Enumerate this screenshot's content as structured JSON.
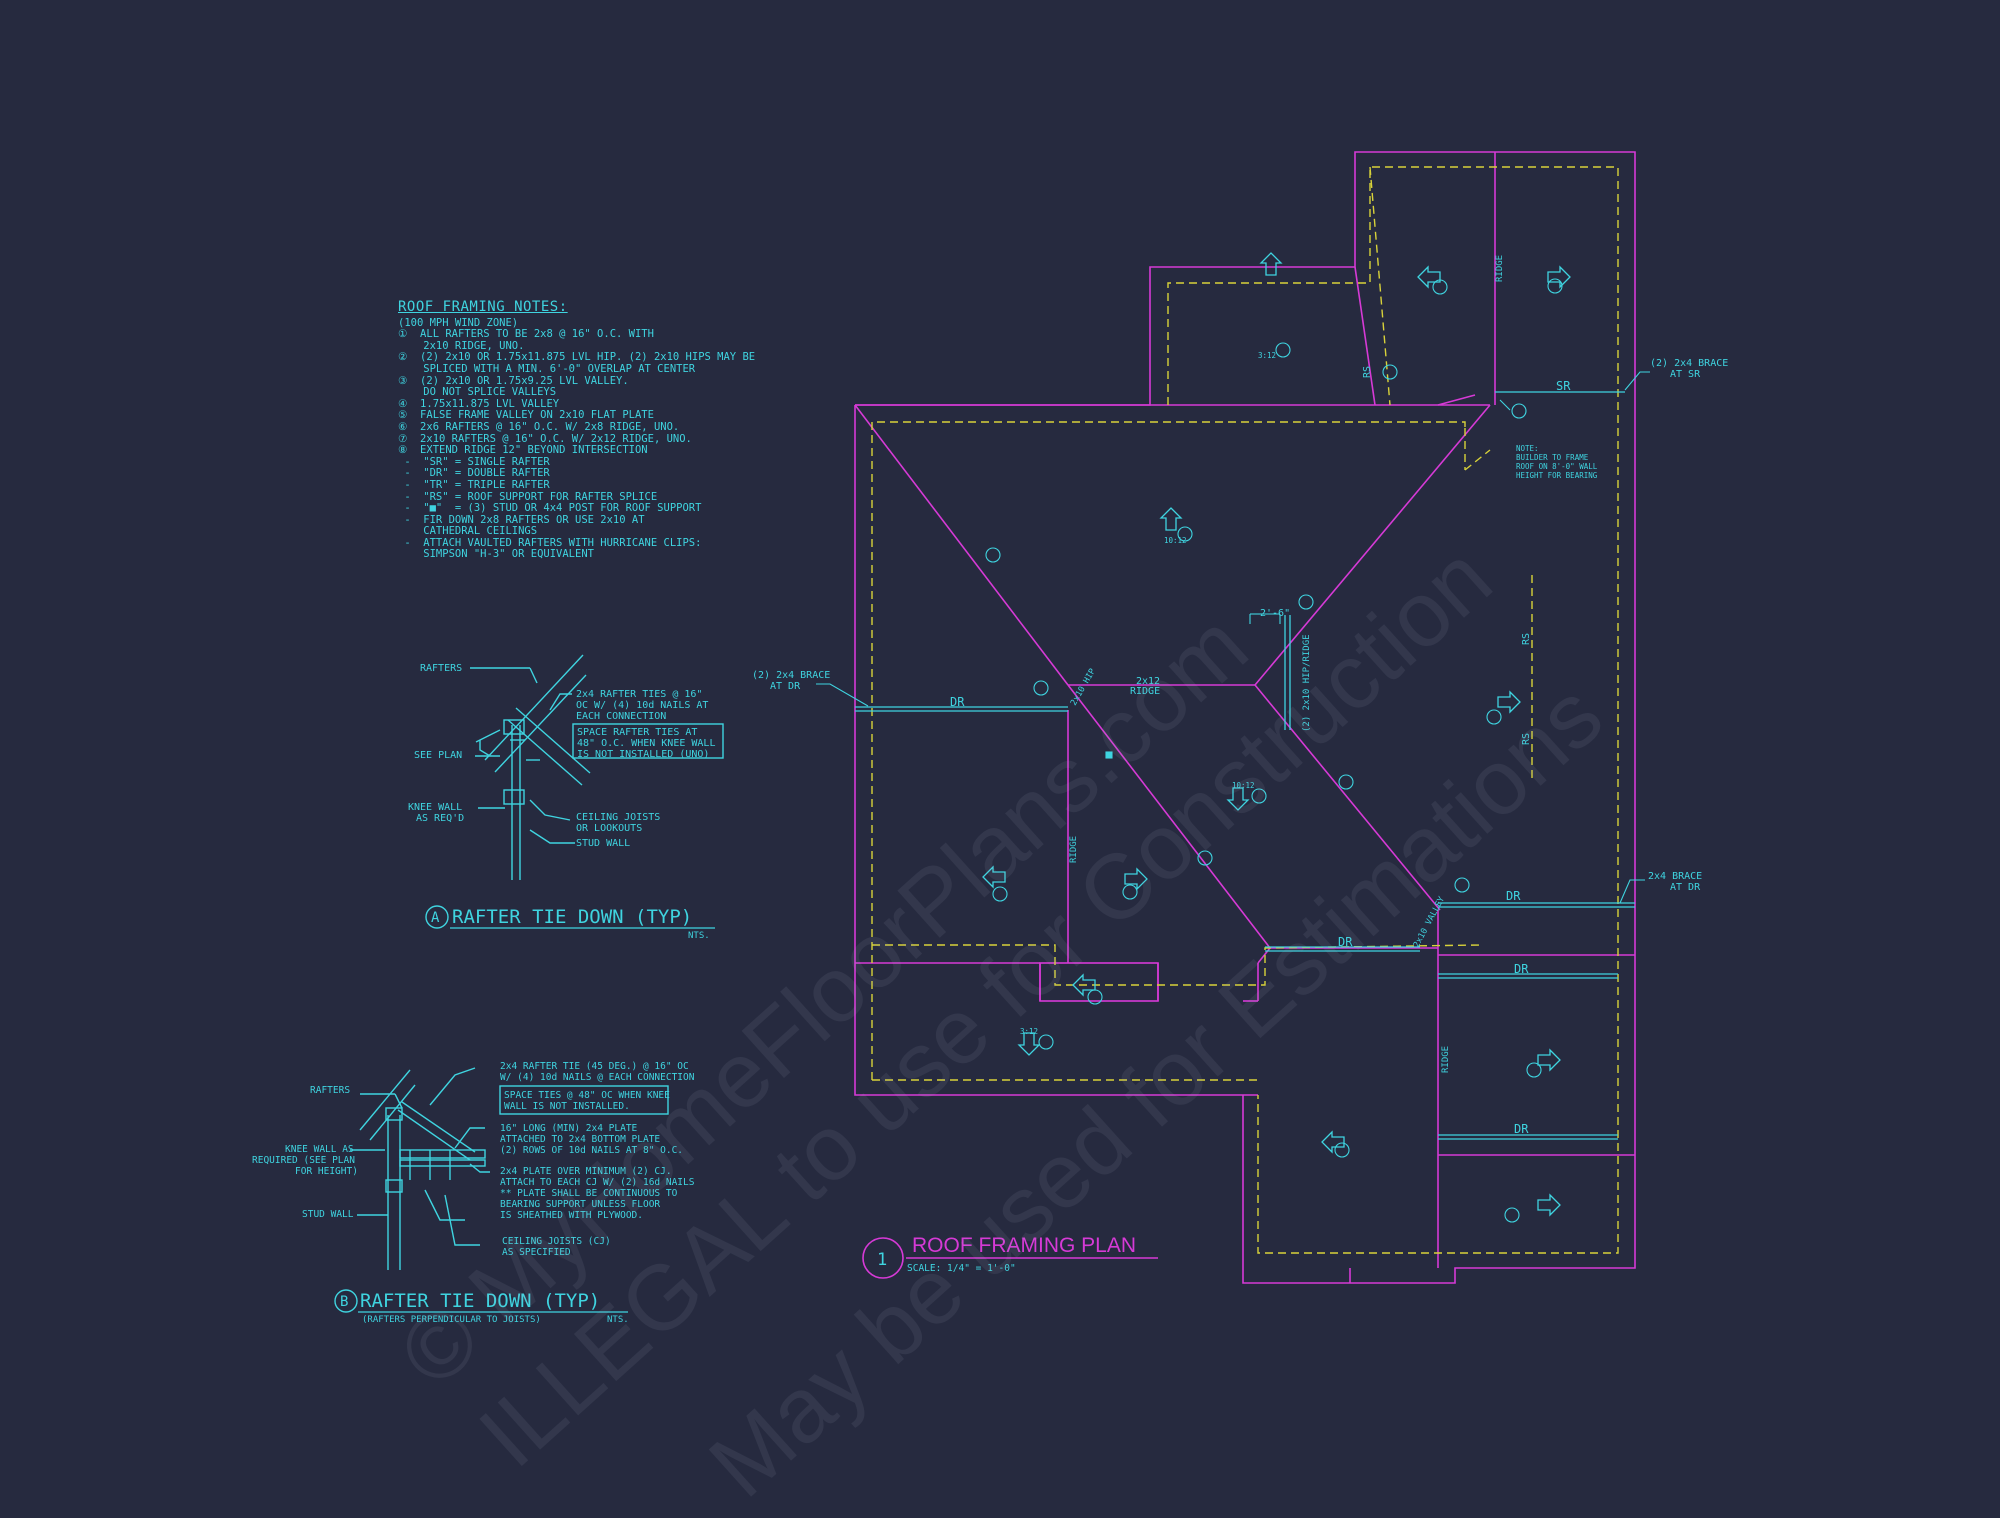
{
  "notes": {
    "title": "ROOF FRAMING NOTES:",
    "lines": [
      "(100 MPH WIND ZONE)",
      "①  ALL RAFTERS TO BE 2x8 @ 16\" O.C. WITH",
      "    2x10 RIDGE, UNO.",
      "②  (2) 2x10 OR 1.75x11.875 LVL HIP. (2) 2x10 HIPS MAY BE",
      "    SPLICED WITH A MIN. 6'-0\" OVERLAP AT CENTER",
      "③  (2) 2x10 OR 1.75x9.25 LVL VALLEY.",
      "    DO NOT SPLICE VALLEYS",
      "④  1.75x11.875 LVL VALLEY",
      "⑤  FALSE FRAME VALLEY ON 2x10 FLAT PLATE",
      "⑥  2x6 RAFTERS @ 16\" O.C. W/ 2x8 RIDGE, UNO.",
      "⑦  2x10 RAFTERS @ 16\" O.C. W/ 2x12 RIDGE, UNO.",
      "⑧  EXTEND RIDGE 12\" BEYOND INTERSECTION",
      " -  \"SR\" = SINGLE RAFTER",
      " -  \"DR\" = DOUBLE RAFTER",
      " -  \"TR\" = TRIPLE RAFTER",
      " -  \"RS\" = ROOF SUPPORT FOR RAFTER SPLICE",
      " -  \"■\"  = (3) STUD OR 4x4 POST FOR ROOF SUPPORT",
      " -  FIR DOWN 2x8 RAFTERS OR USE 2x10 AT",
      "    CATHEDRAL CEILINGS",
      " -  ATTACH VAULTED RAFTERS WITH HURRICANE CLIPS:",
      "    SIMPSON \"H-3\" OR EQUIVALENT"
    ]
  },
  "detail_a": {
    "letter": "A",
    "title": "RAFTER TIE DOWN (TYP)",
    "scale": "NTS.",
    "labels": {
      "rafters": "RAFTERS",
      "see_plan": "SEE PLAN",
      "knee_wall_1": "KNEE WALL",
      "knee_wall_2": "AS REQ'D",
      "tie_1": "2x4 RAFTER TIES @ 16\"",
      "tie_2": "OC W/ (4) 10d NAILS AT",
      "tie_3": "EACH CONNECTION",
      "space_1": "SPACE RAFTER TIES AT",
      "space_2": "48\" O.C. WHEN KNEE WALL",
      "space_3": "IS NOT INSTALLED (UNO)",
      "ceiling_1": "CEILING JOISTS",
      "ceiling_2": "OR LOOKOUTS",
      "stud_wall": "STUD WALL"
    }
  },
  "detail_b": {
    "letter": "B",
    "title": "RAFTER TIE DOWN (TYP)",
    "subtitle": "(RAFTERS PERPENDICULAR TO JOISTS)",
    "scale": "NTS.",
    "labels": {
      "rafters": "RAFTERS",
      "knee_1": "KNEE WALL AS",
      "knee_2": "REQUIRED (SEE PLAN",
      "knee_3": "FOR HEIGHT)",
      "stud_wall": "STUD WALL",
      "tie_1": "2x4 RAFTER TIE (45 DEG.) @ 16\" OC",
      "tie_2": "W/ (4) 10d NAILS @ EACH CONNECTION",
      "space_1": "SPACE TIES @ 48\" OC WHEN KNEE",
      "space_2": "WALL IS NOT INSTALLED.",
      "plate_1": "16\" LONG (MIN) 2x4 PLATE",
      "plate_2": "ATTACHED TO 2x4 BOTTOM PLATE",
      "plate_3": "(2) ROWS OF 10d NAILS AT 8\" O.C.",
      "over_1": "2x4 PLATE OVER MINIMUM (2) CJ.",
      "over_2": "ATTACH TO EACH CJ W/ (2) 16d NAILS",
      "over_3": "** PLATE SHALL BE CONTINUOUS TO",
      "over_4": "BEARING SUPPORT UNLESS FLOOR",
      "over_5": "IS SHEATHED WITH PLYWOOD.",
      "cj_1": "CEILING JOISTS (CJ)",
      "cj_2": "AS SPECIFIED"
    }
  },
  "plan": {
    "number": "1",
    "title": "ROOF FRAMING PLAN",
    "scale": "SCALE: 1/4\" = 1'-0\"",
    "labels": {
      "brace_dr_left_1": "(2) 2x4 BRACE",
      "brace_dr_left_2": "AT DR",
      "brace_sr_1": "(2) 2x4 BRACE",
      "brace_sr_2": "AT SR",
      "brace_dr_right_1": "2x4 BRACE",
      "brace_dr_right_2": "AT DR",
      "note_1": "NOTE:",
      "note_2": "BUILDER TO FRAME",
      "note_3": "ROOF ON 8'-0\" WALL",
      "note_4": "HEIGHT FOR BEARING",
      "dim": "2'-6\"",
      "ridge_2x12": "2x12",
      "ridge_word": "RIDGE",
      "hip_ridge": "(2) 2x10 HIP/RIDGE",
      "hip_2x10": "2x10 HIP",
      "valley_2x10": "2x10 VALLEY",
      "dr": "DR",
      "sr": "SR",
      "rs": "RS",
      "pitch_10": "10:12",
      "pitch_3": "3:12"
    }
  },
  "watermark": {
    "line1": "© MyHomeFloorPlans.com",
    "line2": "ILLEGAL to use for Construction",
    "line3": "May be used for Estimations"
  },
  "colors": {
    "background": "#262a3f",
    "cyan": "#3fd4e0",
    "magenta": "#d63ad6",
    "yellow_dash": "#d8d23a"
  }
}
